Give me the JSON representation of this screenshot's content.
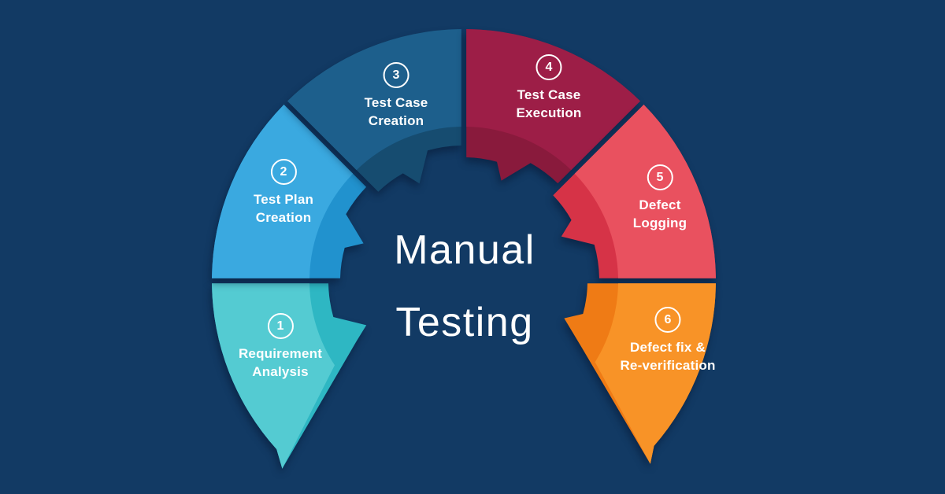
{
  "background_color": "#123A64",
  "title": {
    "line1": "Manual",
    "line2": "Testing"
  },
  "steps": [
    {
      "number": "1",
      "label_line1": "Requirement",
      "label_line2": "Analysis",
      "colors": {
        "body": "#54CBD2",
        "band": "#2EB7C3"
      }
    },
    {
      "number": "2",
      "label_line1": "Test Plan",
      "label_line2": "Creation",
      "colors": {
        "body": "#3AA9E0",
        "band": "#2192CE"
      }
    },
    {
      "number": "3",
      "label_line1": "Test Case",
      "label_line2": "Creation",
      "colors": {
        "body": "#1D5F8C",
        "band": "#164C70"
      }
    },
    {
      "number": "4",
      "label_line1": "Test Case",
      "label_line2": "Execution",
      "colors": {
        "body": "#9D1E47",
        "band": "#891A3C"
      }
    },
    {
      "number": "5",
      "label_line1": "Defect",
      "label_line2": "Logging",
      "colors": {
        "body": "#E9515F",
        "band": "#D63347"
      }
    },
    {
      "number": "6",
      "label_line1": "Defect fix &",
      "label_line2": "Re-verification",
      "colors": {
        "body": "#F89327",
        "band": "#EF7B15"
      }
    }
  ]
}
